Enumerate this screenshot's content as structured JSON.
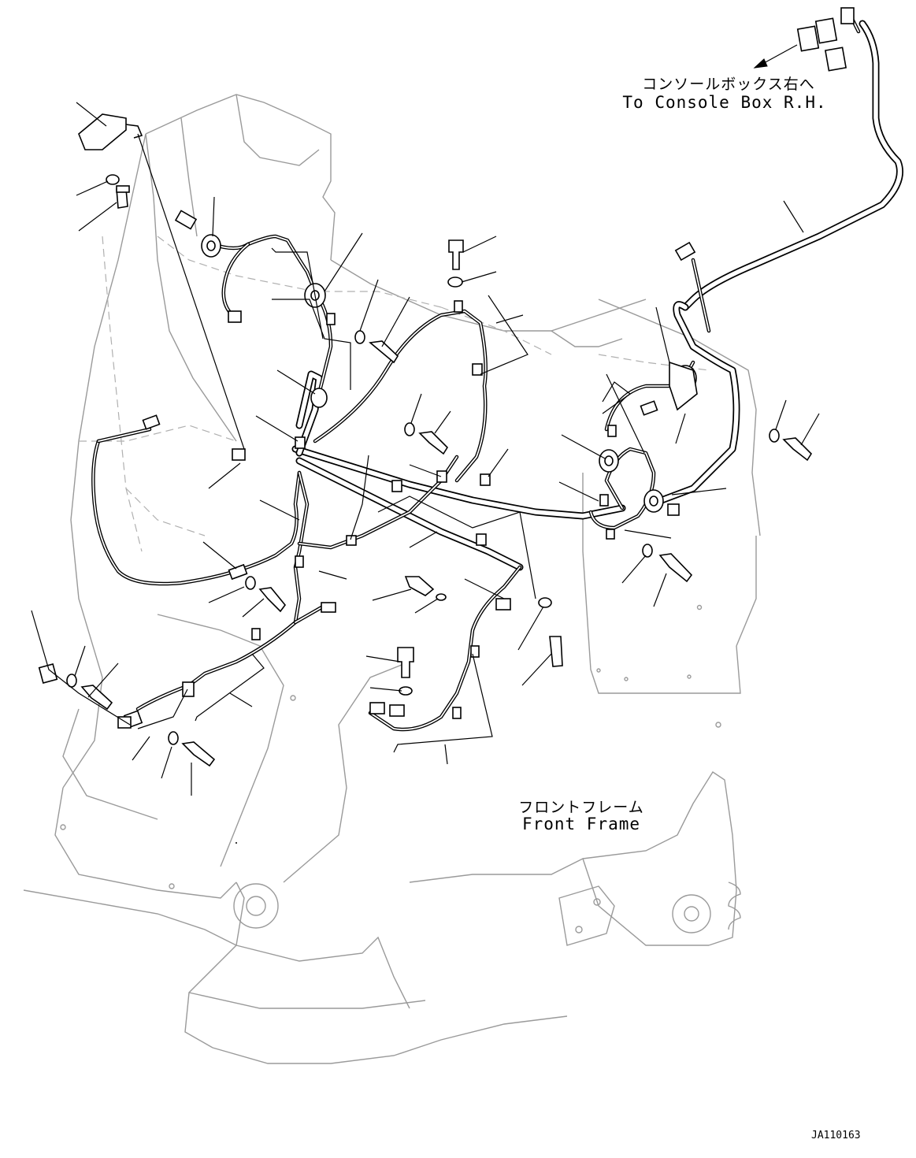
{
  "labels": {
    "console_box_jp": "コンソールボックス右へ",
    "console_box_en": "To Console Box R.H.",
    "front_frame_jp": "フロントフレーム",
    "front_frame_en": "Front Frame"
  },
  "drawing_code": "JA110163"
}
